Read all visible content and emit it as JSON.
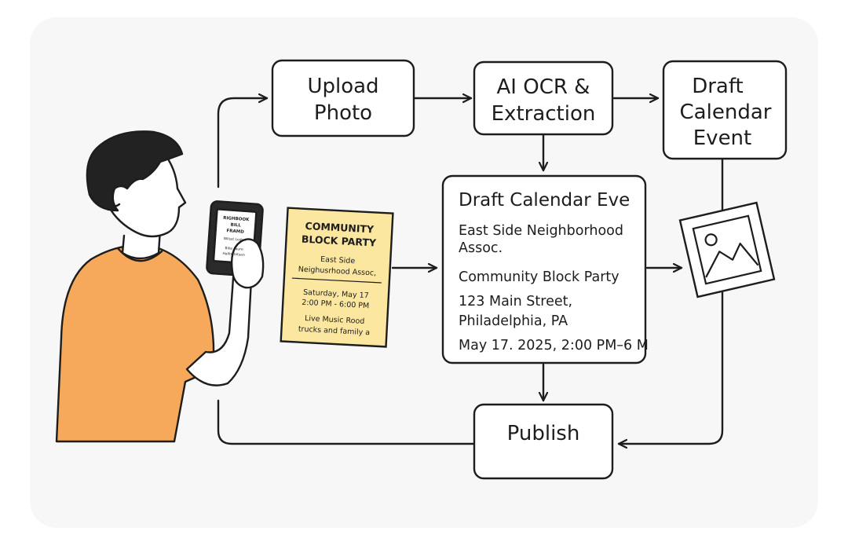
{
  "nodes": {
    "upload_photo": [
      "Upload",
      "Photo"
    ],
    "ocr": [
      "AI OCR &",
      "Extraction"
    ],
    "draft_event": [
      "Draft",
      "Calendar",
      "Event"
    ],
    "publish": "Publish"
  },
  "flyer": {
    "title": [
      "COMMUNITY",
      "BLOCK PARTY"
    ],
    "org": [
      "East Side",
      "Neighusrhood Assoc,"
    ],
    "date": [
      "Saturday, May 17",
      "2:00 PM - 6:00 PM"
    ],
    "details": [
      "Live Music Rood",
      "trucks and family a"
    ]
  },
  "phone_screen": [
    "RIGHBOOK",
    "BILL",
    "FRAMD",
    "Wilsst Ledon",
    "Bilie Faure",
    "Halite bitsen"
  ],
  "event_card": {
    "title": "Draft Calendar Eve",
    "org": [
      "East Side Neighborhood",
      "Assoc."
    ],
    "event_name": "Community Block Party",
    "address": [
      "123 Main Street,",
      "Philadelphia, PA"
    ],
    "datetime": "May 17. 2025, 2:00 PM–6 M"
  },
  "icons": {
    "person": "person-holding-phone-icon",
    "image": "image-placeholder-icon"
  },
  "colors": {
    "shirt": "#f6a95a",
    "flyer": "#fbe7a0",
    "ink": "#1d1d1d",
    "panel": "#f7f7f7"
  }
}
